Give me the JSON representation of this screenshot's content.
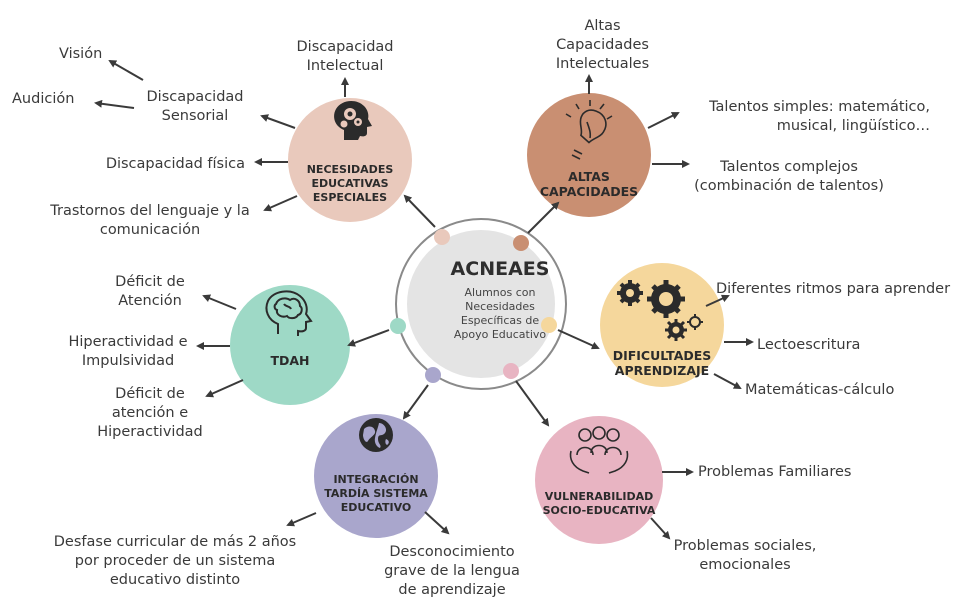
{
  "colors": {
    "nee": "#e9c9bc",
    "altas": "#c98f72",
    "dificultades": "#f5d79c",
    "vulnerabilidad": "#e8b4c2",
    "integracion": "#a9a6cc",
    "tdah": "#9ed9c6",
    "center": "#e4e4e4",
    "ring": "#8a8a8a",
    "arrow": "#3a3a3a"
  },
  "center": {
    "title": "ACNEAES",
    "subtitle_lines": [
      "Alumnos con",
      "Necesidades",
      "Específicas de",
      "Apoyo Educativo"
    ]
  },
  "nodes": {
    "nee": {
      "title_lines": [
        "NECESIDADES",
        "EDUCATIVAS",
        "ESPECIALES"
      ],
      "icon": "head-gears-icon"
    },
    "altas": {
      "title_lines": [
        "ALTAS",
        "CAPACIDADES"
      ],
      "icon": "lightbulb-icon"
    },
    "dificultades": {
      "title_lines": [
        "DIFICULTADES",
        "APRENDIZAJE"
      ],
      "icon": "gears-icon"
    },
    "vulnerabilidad": {
      "title_lines": [
        "VULNERABILIDAD",
        "SOCIO-EDUCATIVA"
      ],
      "icon": "people-hands-icon"
    },
    "integracion": {
      "title_lines": [
        "INTEGRACIÓN",
        "TARDÍA SISTEMA",
        "EDUCATIVO"
      ],
      "icon": "globe-icon"
    },
    "tdah": {
      "title_lines": [
        "TDAH"
      ],
      "icon": "brain-head-icon"
    }
  },
  "labels": {
    "vision": [
      "Visión"
    ],
    "audicion": [
      "Audición"
    ],
    "disc_sensorial": [
      "Discapacidad",
      "Sensorial"
    ],
    "disc_intelectual": [
      "Discapacidad",
      "Intelectual"
    ],
    "disc_fisica": [
      "Discapacidad física"
    ],
    "trastornos": [
      "Trastornos del lenguaje y la",
      "comunicación"
    ],
    "altas_intelectuales": [
      "Altas",
      "Capacidades",
      "Intelectuales"
    ],
    "talentos_simples": [
      "Talentos simples: matemático,",
      "musical, lingüístico…"
    ],
    "talentos_complejos": [
      "Talentos complejos",
      "(combinación de talentos)"
    ],
    "ritmos": [
      "Diferentes ritmos para aprender"
    ],
    "lectoescritura": [
      "Lectoescritura"
    ],
    "matematicas": [
      "Matemáticas-cálculo"
    ],
    "problemas_familiares": [
      "Problemas Familiares"
    ],
    "problemas_sociales": [
      "Problemas sociales,",
      "emocionales"
    ],
    "desconocimiento": [
      "Desconocimiento",
      "grave de la lengua",
      "de aprendizaje"
    ],
    "desfase": [
      "Desfase curricular de más 2 años",
      "por proceder de un sistema",
      "educativo distinto"
    ],
    "deficit_atencion": [
      "Déficit de",
      "Atención"
    ],
    "hiperactividad": [
      "Hiperactividad e",
      "Impulsividad"
    ],
    "deficit_hiper": [
      "Déficit de",
      "atención e",
      "Hiperactividad"
    ]
  }
}
